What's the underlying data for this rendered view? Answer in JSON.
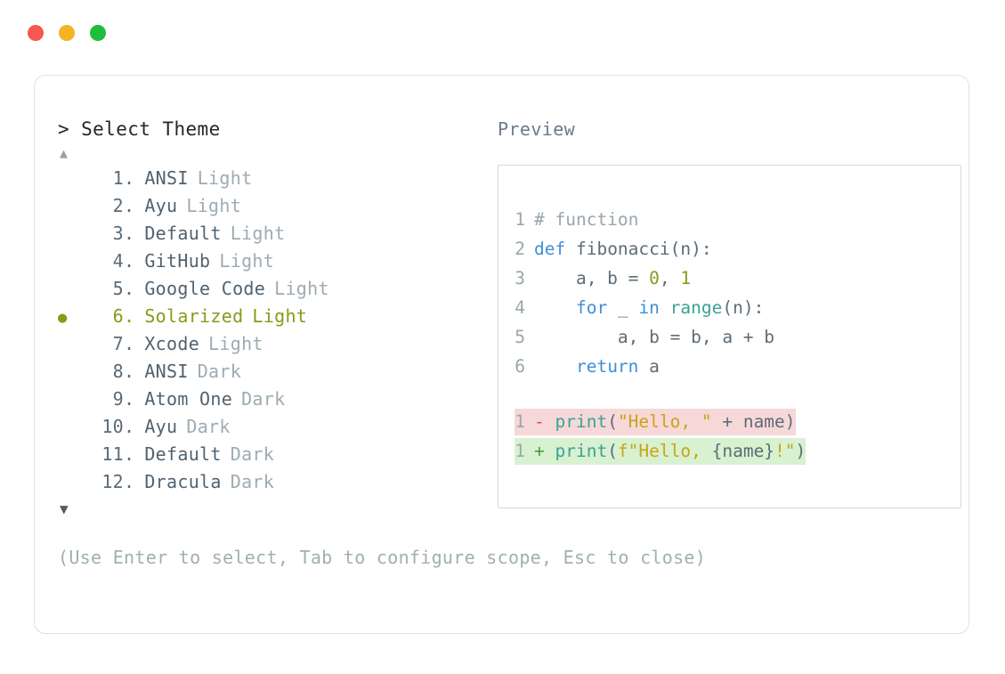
{
  "window": {
    "traffic_lights": [
      {
        "name": "close",
        "color": "#f6574e"
      },
      {
        "name": "minimize",
        "color": "#f6b323"
      },
      {
        "name": "zoom",
        "color": "#1fbd3b"
      }
    ]
  },
  "picker": {
    "prompt_caret": ">",
    "prompt_title": "Select Theme",
    "scroll_up_glyph": "▲",
    "scroll_down_glyph": "▼",
    "selected_index": 6,
    "selected_marker": "●",
    "items": [
      {
        "num": "1",
        "dot": ".",
        "name": "ANSI",
        "variant": "Light",
        "selected": false
      },
      {
        "num": "2",
        "dot": ".",
        "name": "Ayu",
        "variant": "Light",
        "selected": false
      },
      {
        "num": "3",
        "dot": ".",
        "name": "Default",
        "variant": "Light",
        "selected": false
      },
      {
        "num": "4",
        "dot": ".",
        "name": "GitHub",
        "variant": "Light",
        "selected": false
      },
      {
        "num": "5",
        "dot": ".",
        "name": "Google Code",
        "variant": "Light",
        "selected": false
      },
      {
        "num": "6",
        "dot": ".",
        "name": "Solarized",
        "variant": "Light",
        "selected": true
      },
      {
        "num": "7",
        "dot": ".",
        "name": "Xcode",
        "variant": "Light",
        "selected": false
      },
      {
        "num": "8",
        "dot": ".",
        "name": "ANSI",
        "variant": "Dark",
        "selected": false
      },
      {
        "num": "9",
        "dot": ".",
        "name": "Atom One",
        "variant": "Dark",
        "selected": false
      },
      {
        "num": "10",
        "dot": ".",
        "name": "Ayu",
        "variant": "Dark",
        "selected": false
      },
      {
        "num": "11",
        "dot": ".",
        "name": "Default",
        "variant": "Dark",
        "selected": false
      },
      {
        "num": "12",
        "dot": ".",
        "name": "Dracula",
        "variant": "Dark",
        "selected": false
      }
    ],
    "hint": "(Use Enter to select, Tab to configure scope, Esc to close)"
  },
  "preview": {
    "label": "Preview",
    "code_lines": [
      {
        "ln": "1",
        "tokens": [
          {
            "t": "# function",
            "c": "comment"
          }
        ]
      },
      {
        "ln": "2",
        "tokens": [
          {
            "t": "def",
            "c": "kw"
          },
          {
            "t": " fibonacci(n):",
            "c": "plain"
          }
        ]
      },
      {
        "ln": "3",
        "tokens": [
          {
            "t": "    a, b = ",
            "c": "plain"
          },
          {
            "t": "0",
            "c": "num"
          },
          {
            "t": ", ",
            "c": "plain"
          },
          {
            "t": "1",
            "c": "num"
          }
        ]
      },
      {
        "ln": "4",
        "tokens": [
          {
            "t": "    ",
            "c": "plain"
          },
          {
            "t": "for",
            "c": "kw"
          },
          {
            "t": " _ ",
            "c": "plain"
          },
          {
            "t": "in",
            "c": "kw"
          },
          {
            "t": " ",
            "c": "plain"
          },
          {
            "t": "range",
            "c": "fn"
          },
          {
            "t": "(n):",
            "c": "plain"
          }
        ]
      },
      {
        "ln": "5",
        "tokens": [
          {
            "t": "        a, b = b, a + b",
            "c": "plain"
          }
        ]
      },
      {
        "ln": "6",
        "tokens": [
          {
            "t": "    ",
            "c": "plain"
          },
          {
            "t": "return",
            "c": "kw"
          },
          {
            "t": " a",
            "c": "plain"
          }
        ]
      }
    ],
    "diff_lines": [
      {
        "kind": "del",
        "ln": "1",
        "sign": "-",
        "tokens": [
          {
            "t": "print",
            "c": "fn"
          },
          {
            "t": "(",
            "c": "plain"
          },
          {
            "t": "\"Hello, \"",
            "c": "str"
          },
          {
            "t": " + name)",
            "c": "plain"
          }
        ]
      },
      {
        "kind": "add",
        "ln": "1",
        "sign": "+",
        "tokens": [
          {
            "t": "print",
            "c": "fn"
          },
          {
            "t": "(",
            "c": "plain"
          },
          {
            "t": "f\"Hello, ",
            "c": "str"
          },
          {
            "t": "{name}",
            "c": "plain"
          },
          {
            "t": "!\"",
            "c": "str"
          },
          {
            "t": ")",
            "c": "plain"
          }
        ]
      }
    ]
  },
  "colors": {
    "accent_selected": "#8a9a18",
    "keyword": "#3f8fd8",
    "function": "#3aa394",
    "string": "#c9a512",
    "number": "#8a9a18",
    "comment": "#9aa6ac",
    "diff_del_bg": "#f6d8d8",
    "diff_add_bg": "#d7f1d1",
    "card_border": "#dde2e3"
  }
}
